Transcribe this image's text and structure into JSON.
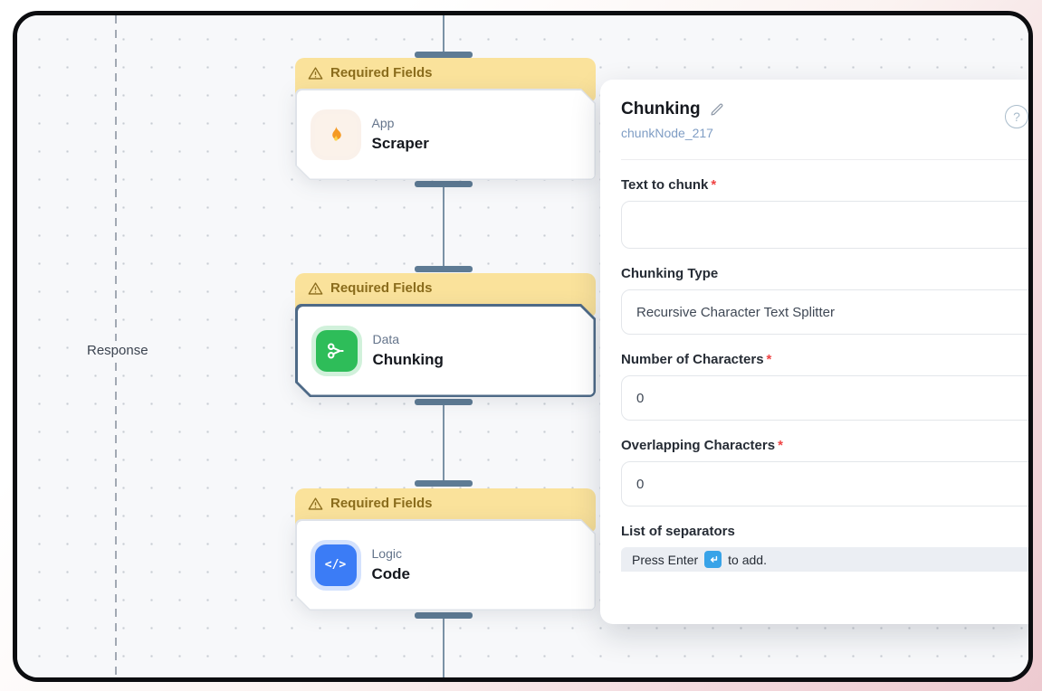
{
  "canvas": {
    "response_label": "Response",
    "nodes": [
      {
        "banner": "Required Fields",
        "kind": "App",
        "title": "Scraper",
        "icon": "flame-icon",
        "selected": false
      },
      {
        "banner": "Required Fields",
        "kind": "Data",
        "title": "Chunking",
        "icon": "scissors-icon",
        "selected": true
      },
      {
        "banner": "Required Fields",
        "kind": "Logic",
        "title": "Code",
        "icon": "code-icon",
        "selected": false
      }
    ]
  },
  "panel": {
    "title": "Chunking",
    "node_id": "chunkNode_217",
    "help_icon": "?",
    "fields": [
      {
        "label": "Text to chunk",
        "required": true,
        "type": "textarea",
        "value": ""
      },
      {
        "label": "Chunking Type",
        "required": false,
        "type": "select",
        "value": "Recursive Character Text Splitter"
      },
      {
        "label": "Number of Characters",
        "required": true,
        "type": "input",
        "value": "0"
      },
      {
        "label": "Overlapping Characters",
        "required": true,
        "type": "input",
        "value": "0"
      },
      {
        "label": "List of separators",
        "required": false,
        "type": "tags",
        "hint_prefix": "Press Enter",
        "hint_suffix": "to add."
      }
    ],
    "required_marker": "*",
    "code_icon_glyph": "</>"
  },
  "colors": {
    "banner_bg": "#fae29b",
    "banner_text": "#8a6c1c",
    "selected_border": "#4e6a87",
    "connector": "#5e7b94",
    "node_id_text": "#7f9dc4",
    "required_asterisk": "#ef4444",
    "scissors_icon_bg": "#2ebd59",
    "code_icon_bg": "#3b7cf6",
    "flame_icon_bg": "#fbf2ea",
    "enter_key_bg": "#38a3e8",
    "frame_border": "#0c0d10",
    "canvas_bg": "#f7f8fa"
  }
}
